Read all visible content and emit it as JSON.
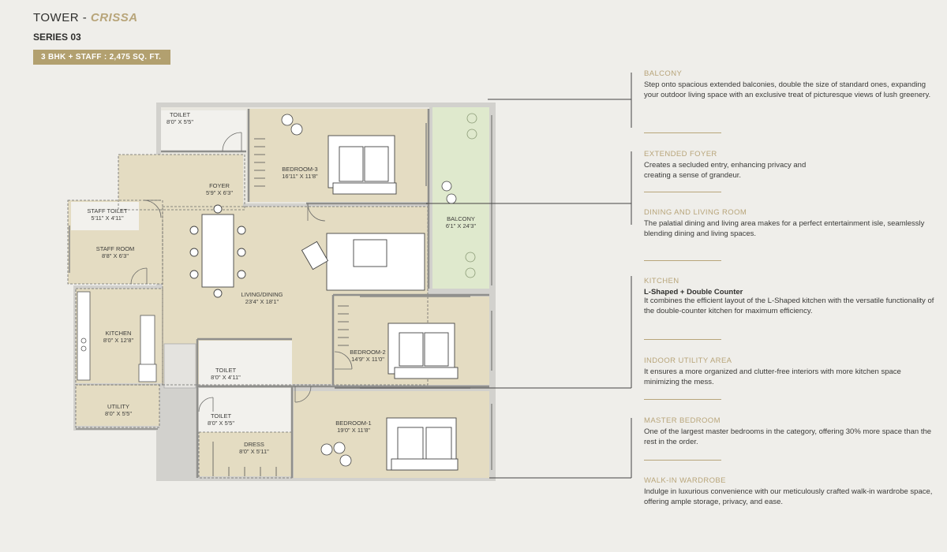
{
  "header": {
    "tower_prefix": "TOWER - ",
    "tower_name": "CRISSA",
    "series": "SERIES 03",
    "unit_badge": "3 BHK + STAFF : 2,475 SQ. FT."
  },
  "rooms": {
    "toilet_top": {
      "name": "TOILET",
      "dim": "8'0\" X 5'5\""
    },
    "bedroom3": {
      "name": "BEDROOM-3",
      "dim": "16'11\" X 11'8\""
    },
    "foyer": {
      "name": "FOYER",
      "dim": "5'9\" X 6'3\""
    },
    "staff_toilet": {
      "name": "STAFF TOILET",
      "dim": "5'11\" X 4'11\""
    },
    "staff_room": {
      "name": "STAFF ROOM",
      "dim": "8'8\" X 6'3\""
    },
    "balcony": {
      "name": "BALCONY",
      "dim": "6'1\" X 24'3\""
    },
    "living": {
      "name": "LIVING/DINING",
      "dim": "23'4\" X 18'1\""
    },
    "kitchen": {
      "name": "KITCHEN",
      "dim": "8'0\" X 12'8\""
    },
    "bedroom2": {
      "name": "BEDROOM-2",
      "dim": "14'9\" X 11'0\""
    },
    "toilet_mid": {
      "name": "TOILET",
      "dim": "8'0\" X 4'11\""
    },
    "utility": {
      "name": "UTILITY",
      "dim": "8'0\" X 5'5\""
    },
    "toilet_low": {
      "name": "TOILET",
      "dim": "8'0\" X 5'5\""
    },
    "bedroom1": {
      "name": "BEDROOM-1",
      "dim": "19'0\" X 11'8\""
    },
    "dress": {
      "name": "DRESS",
      "dim": "8'0\" X 5'11\""
    }
  },
  "features": [
    {
      "title": "BALCONY",
      "text": "Step onto spacious extended balconies, double the size of standard ones, expanding your outdoor living space with an exclusive treat of picturesque views of lush greenery."
    },
    {
      "title": "EXTENDED FOYER",
      "text": "Creates a secluded entry, enhancing privacy and creating a sense of grandeur."
    },
    {
      "title": "DINING AND LIVING ROOM",
      "text": "The palatial dining and living area makes for a perfect entertainment isle, seamlessly blending dining and living spaces."
    },
    {
      "title": "KITCHEN",
      "subtitle": "L-Shaped + Double Counter",
      "text": "It combines the efficient layout of the L-Shaped kitchen with the versatile functionality of the double-counter kitchen for maximum efficiency."
    },
    {
      "title": "INDOOR UTILITY AREA",
      "text": "It ensures a more organized and clutter-free interiors with more kitchen space minimizing the mess."
    },
    {
      "title": "MASTER BEDROOM",
      "text": "One of the largest master bedrooms in the category, offering 30% more space than the rest in the order."
    },
    {
      "title": "WALK-IN WARDROBE",
      "text": "Indulge in luxurious convenience with our meticulously crafted walk-in wardrobe space, offering ample storage, privacy, and ease."
    }
  ],
  "colors": {
    "background": "#efeeea",
    "accent_gold": "#b8a57a",
    "badge": "#b2a06f",
    "room_fill": "#e4dcc2",
    "balcony_fill": "#dfe9cd",
    "wall": "#9a9a98"
  }
}
